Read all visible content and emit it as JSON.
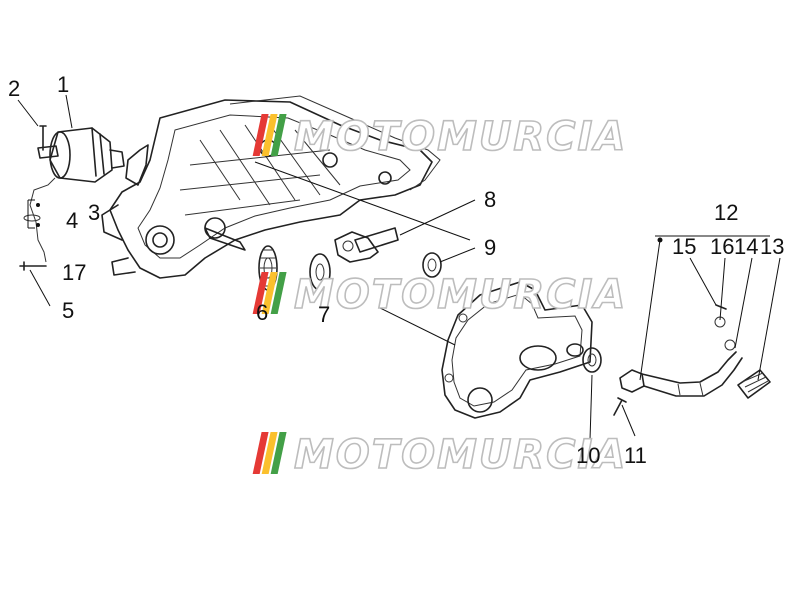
{
  "diagram": {
    "callouts": {
      "c1": "1",
      "c2": "2",
      "c3": "3",
      "c4": "4",
      "c5": "5",
      "c6": "6",
      "c7": "7",
      "c8": "8",
      "c9": "9",
      "c10": "10",
      "c11": "11",
      "c12": "12",
      "c13": "13",
      "c14": "14",
      "c15": "15",
      "c16": "16",
      "c17": "17"
    },
    "watermark": "MOTOMURCIA",
    "colors": {
      "line": "#222222",
      "watermark_stripes": [
        "#e53935",
        "#fbc02d",
        "#43a047"
      ],
      "watermark_outline": "#bdbdbd"
    }
  }
}
